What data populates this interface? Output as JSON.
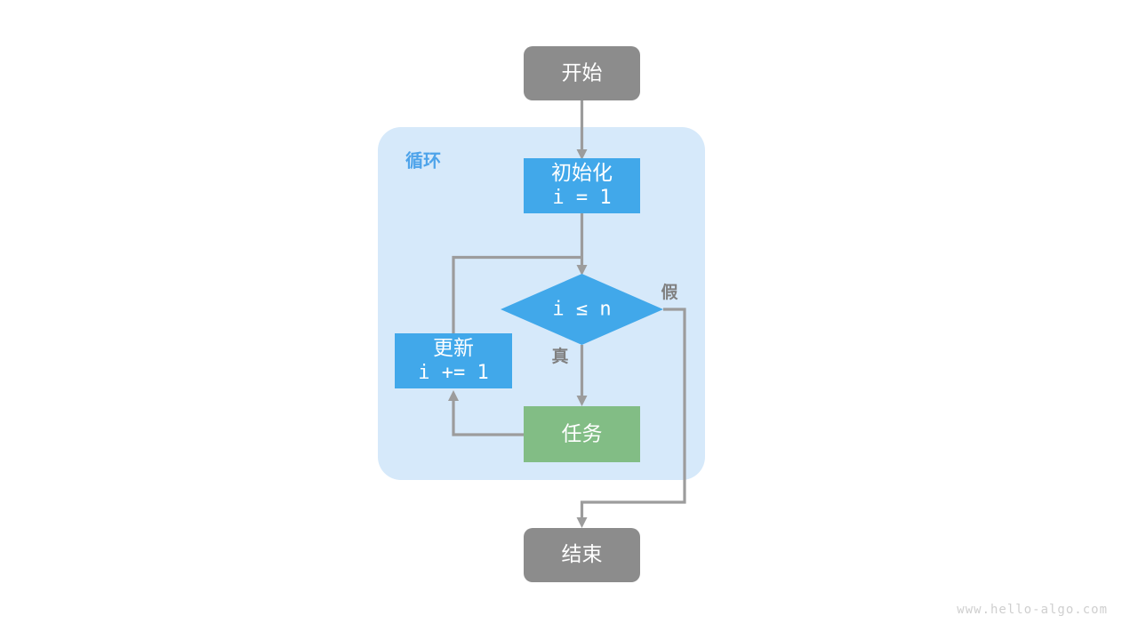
{
  "diagram": {
    "title": "for-loop-flowchart",
    "watermark": "www.hello-algo.com",
    "colors": {
      "terminator": "#8c8c8c",
      "process": "#41a8ea",
      "decision": "#41a8ea",
      "task": "#82bd85",
      "loop_container": "#d6e9fa",
      "loop_label": "#4da3ea",
      "edge": "#9c9c9c",
      "branch_label": "#808080",
      "node_text": "#ffffff",
      "watermark_text": "#cfcfcf",
      "background": "#ffffff"
    },
    "nodes": {
      "start": {
        "label": "开始",
        "shape": "rounded-rect",
        "type": "terminator"
      },
      "init": {
        "label": "初始化",
        "code": "i = 1",
        "shape": "rect",
        "type": "process"
      },
      "condition": {
        "label": "i ≤ n",
        "shape": "diamond",
        "type": "decision"
      },
      "update": {
        "label": "更新",
        "code": "i += 1",
        "shape": "rect",
        "type": "process"
      },
      "task": {
        "label": "任务",
        "shape": "rect",
        "type": "task"
      },
      "end": {
        "label": "结束",
        "shape": "rounded-rect",
        "type": "terminator"
      }
    },
    "group": {
      "label": "循环"
    },
    "branches": {
      "true_label": "真",
      "false_label": "假"
    }
  }
}
